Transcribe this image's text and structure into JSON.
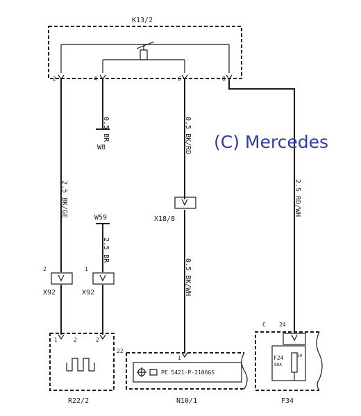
{
  "relay": {
    "id": "K13/2",
    "pins": [
      "2",
      "4",
      "6",
      "8"
    ]
  },
  "ground_w8": {
    "id": "W8",
    "wire": "0.5 BR"
  },
  "ground_w59": {
    "id": "W59",
    "wire": "2.5 BR"
  },
  "wires": {
    "left_vertical": "2.5 BK/GE",
    "mid_vertical": "0.5 BK/RD",
    "right_vertical": "2.5 RD/WH",
    "lower_mid_vertical": "0.5 BK/WH"
  },
  "connectors": {
    "x18": "X18/8",
    "x92_left": "X92",
    "x92_left_pin": "2",
    "x92_right": "X92",
    "x92_right_pin": "1"
  },
  "component_r22": {
    "id": "R22/2",
    "pins": [
      "1",
      "2",
      "2"
    ]
  },
  "component_n10": {
    "id": "N10/1",
    "pin_22": "22",
    "pin_1": "1",
    "part_number": "PE 5421-P-2106GS"
  },
  "component_f34": {
    "id": "F34",
    "pin_c": "C",
    "pin_24": "24",
    "fuse_id": "F24",
    "fuse_rating": "80A",
    "fuse_pin": "30"
  },
  "watermark": {
    "text": "(C) Mercedes",
    "color": "#2f3bb5"
  }
}
